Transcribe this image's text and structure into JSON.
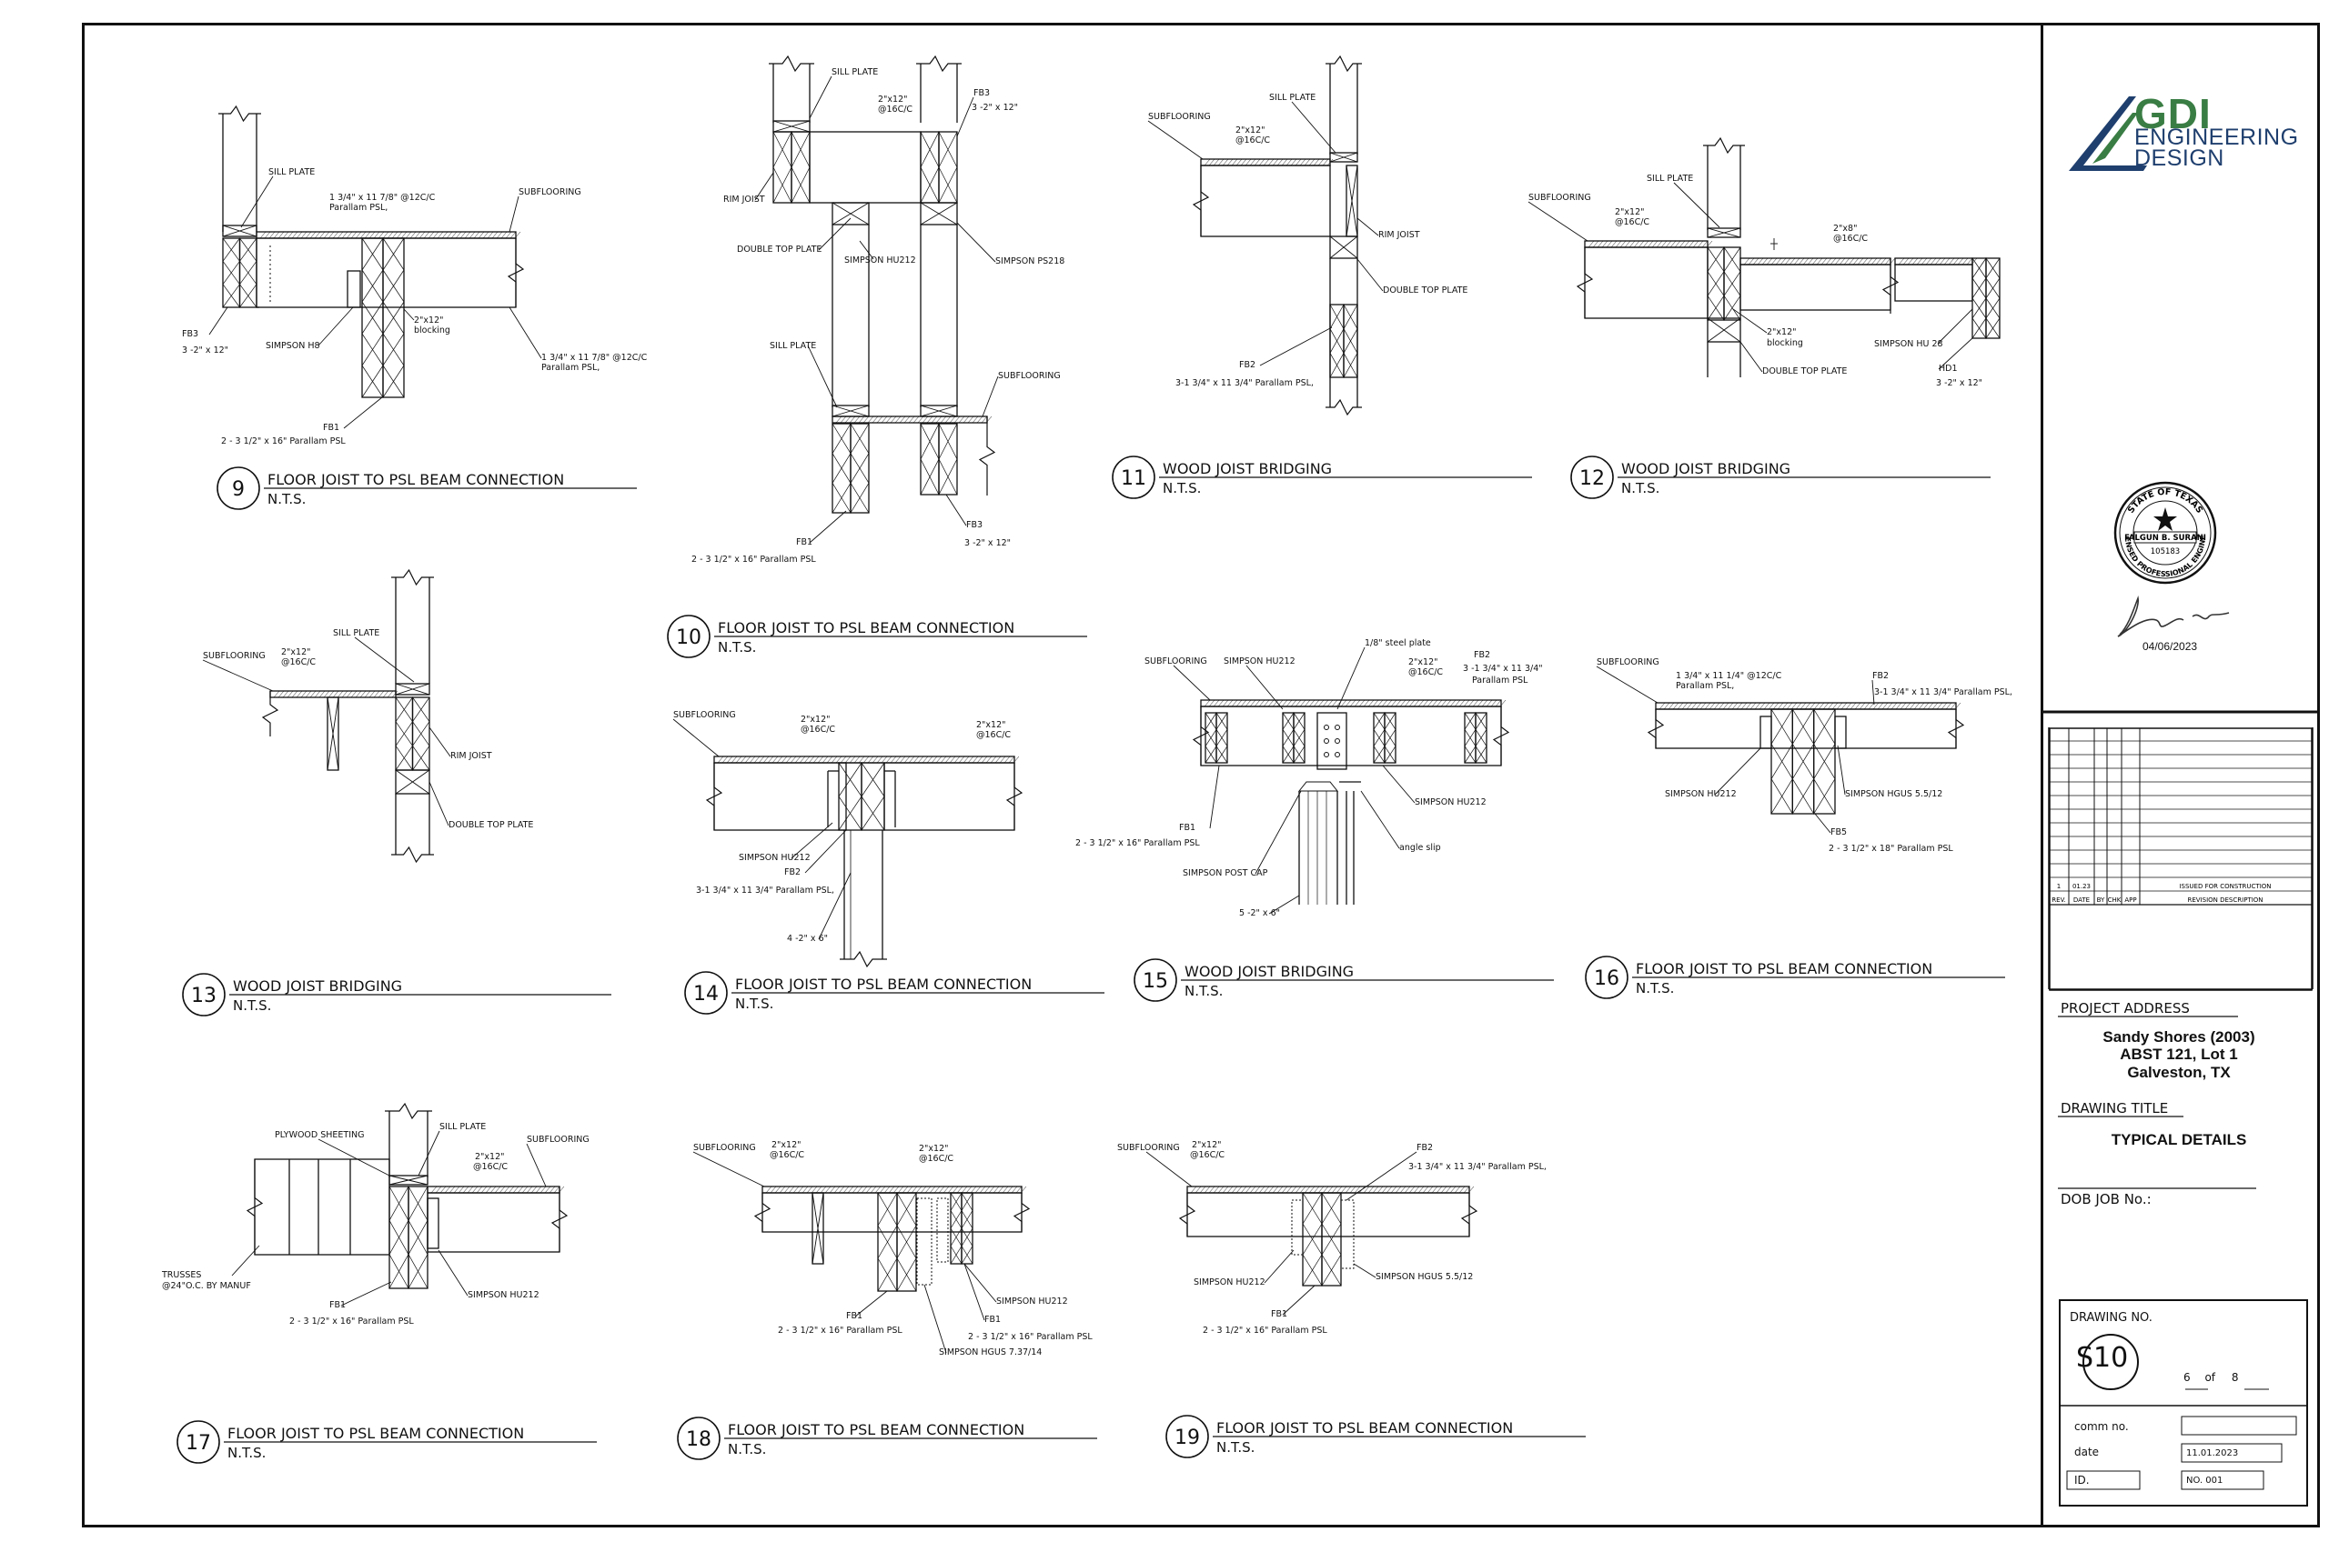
{
  "details": [
    {
      "number": "9",
      "title": "FLOOR JOIST  TO PSL BEAM CONNECTION",
      "scale": "N.T.S.",
      "labels": [
        "SILL PLATE",
        "1 3/4\" x 11 7/8\" @12C/C",
        "Parallam PSL,",
        "SUBFLOORING",
        "FB3",
        "3 -2\" x 12\"",
        "SIMPSON H8",
        "2\"x12\"",
        "blocking",
        "1 3/4\" x 11 7/8\" @12C/C",
        "Parallam PSL,",
        "FB1",
        "2 - 3 1/2\" x 16\" Parallam PSL"
      ]
    },
    {
      "number": "10",
      "title": "FLOOR JOIST  TO PSL BEAM CONNECTION",
      "scale": "N.T.S.",
      "labels": [
        "SILL PLATE",
        "2\"x12\"",
        "@16C/C",
        "FB3",
        "3 -2\" x 12\"",
        "RIM JOIST",
        "DOUBLE TOP PLATE",
        "SIMPSON  HU212",
        "SIMPSON  PS218",
        "SILL PLATE",
        "SUBFLOORING",
        "FB1",
        "2 - 3 1/2\" x 16\" Parallam PSL",
        "FB3",
        "3 -2\" x 12\""
      ]
    },
    {
      "number": "11",
      "title": "WOOD JOIST BRIDGING",
      "scale": "N.T.S.",
      "labels": [
        "SILL PLATE",
        "SUBFLOORING",
        "2\"x12\"",
        "@16C/C",
        "RIM JOIST",
        "DOUBLE TOP PLATE",
        "FB2",
        "3-1 3/4\" x 11  3/4\" Parallam PSL,"
      ]
    },
    {
      "number": "12",
      "title": "WOOD JOIST BRIDGING",
      "scale": "N.T.S.",
      "labels": [
        "SILL PLATE",
        "SUBFLOORING",
        "2\"x12\"",
        "@16C/C",
        "2\"x8\"",
        "@16C/C",
        "2\"x12\"",
        "blocking",
        "DOUBLE TOP PLATE",
        "SIMPSON  HU 28",
        "HD1",
        "3 -2\" x 12\""
      ]
    },
    {
      "number": "13",
      "title": "WOOD JOIST BRIDGING",
      "scale": "N.T.S.",
      "labels": [
        "SILL PLATE",
        "SUBFLOORING",
        "2\"x12\"",
        "@16C/C",
        "RIM JOIST",
        "DOUBLE TOP PLATE"
      ]
    },
    {
      "number": "14",
      "title": "FLOOR  JOIST  TO PSL BEAM CONNECTION",
      "scale": "N.T.S.",
      "labels": [
        "SUBFLOORING",
        "2\"x12\"",
        "@16C/C",
        "2\"x12\"",
        "@16C/C",
        "SIMPSON  HU212",
        "FB2",
        "3-1 3/4\" x 11  3/4\" Parallam PSL,",
        "4 -2\" x 6\""
      ]
    },
    {
      "number": "15",
      "title": "WOOD JOIST BRIDGING",
      "scale": "N.T.S.",
      "labels": [
        "SUBFLOORING",
        "SIMPSON  HU212",
        "1/8\" steel plate",
        "2\"x12\"",
        "@16C/C",
        "FB2",
        "3 -1 3/4\" x 11 3/4\"",
        "Parallam PSL",
        "FB1",
        "2 - 3 1/2\" x 16\" Parallam PSL",
        "SIMPSON  HU212",
        "SIMPSON POST CAP",
        "angle slip",
        "5 -2\" x 6\""
      ]
    },
    {
      "number": "16",
      "title": "FLOOR  JOIST  TO PSL BEAM CONNECTION",
      "scale": "N.T.S.",
      "labels": [
        "SUBFLOORING",
        "1 3/4\" x 11 1/4\" @12C/C",
        "Parallam PSL,",
        "FB2",
        "3-1 3/4\" x 11  3/4\" Parallam PSL,",
        "SIMPSON  HU212",
        "SIMPSON  HGUS 5.5/12",
        "FB5",
        "2 - 3 1/2\" x 18\" Parallam PSL"
      ]
    },
    {
      "number": "17",
      "title": "FLOOR  JOIST  TO PSL BEAM CONNECTION",
      "scale": "N.T.S.",
      "labels": [
        "PLYWOOD SHEETING",
        "SILL PLATE",
        "SUBFLOORING",
        "2\"x12\"",
        "@16C/C",
        "TRUSSES",
        "@24\"O.C. BY MANUF",
        "FB1",
        "2 - 3 1/2\" x 16\" Parallam PSL",
        "SIMPSON  HU212"
      ]
    },
    {
      "number": "18",
      "title": "FLOOR  JOIST  TO PSL BEAM CONNECTION",
      "scale": "N.T.S.",
      "labels": [
        "SUBFLOORING",
        "2\"x12\"",
        "@16C/C",
        "2\"x12\"",
        "@16C/C",
        "SIMPSON  HU212",
        "FB1",
        "2 - 3 1/2\" x 16\" Parallam PSL",
        "FB1",
        "2 - 3 1/2\" x 16\" Parallam PSL",
        "SIMPSON  HGUS 7.37/14"
      ]
    },
    {
      "number": "19",
      "title": "FLOOR  JOIST  TO PSL BEAM CONNECTION",
      "scale": "N.T.S.",
      "labels": [
        "SUBFLOORING",
        "2\"x12\"",
        "@16C/C",
        "FB2",
        "3-1 3/4\" x 11  3/4\" Parallam PSL,",
        "SIMPSON  HU212",
        "SIMPSON  HGUS 5.5/12",
        "FB1",
        "2 - 3 1/2\" x 16\" Parallam PSL"
      ]
    }
  ],
  "company": {
    "name": "GDI",
    "line1": "ENGINEERING",
    "line2": "DESIGN",
    "brand_green": "#3a7d44",
    "brand_blue": "#1f3f6e"
  },
  "seal": {
    "state": "STATE OF TEXAS",
    "name": "FALGUN B. SURANI",
    "license": "105183",
    "bottom": "LICENSED PROFESSIONAL ENGINEER"
  },
  "sign_date": "04/06/2023",
  "revision_table": {
    "headers": [
      "REV.",
      "DATE",
      "BY",
      "CHK",
      "APP",
      "REVISION DESCRIPTION"
    ],
    "rows": [
      [
        "1",
        "01.23",
        "",
        "",
        "",
        "ISSUED FOR CONSTRUCTION"
      ]
    ]
  },
  "project_address": {
    "heading": "PROJECT ADDRESS",
    "line1": "Sandy Shores (2003)",
    "line2": "ABST 121, Lot 1",
    "line3": "Galveston, TX"
  },
  "drawing_title": {
    "heading": "DRAWING TITLE",
    "value": "TYPICAL DETAILS"
  },
  "dob_job": {
    "label": "DOB JOB No.:"
  },
  "drawing_no": {
    "heading": "DRAWING NO.",
    "sheet": "S10",
    "page": "6",
    "of": "of",
    "total": "8"
  },
  "meta": {
    "comm_label": "comm  no.",
    "comm_value": "",
    "date_label": "date",
    "date_value": "11.01.2023",
    "id_label": "ID.",
    "id_value": "NO. 001"
  }
}
